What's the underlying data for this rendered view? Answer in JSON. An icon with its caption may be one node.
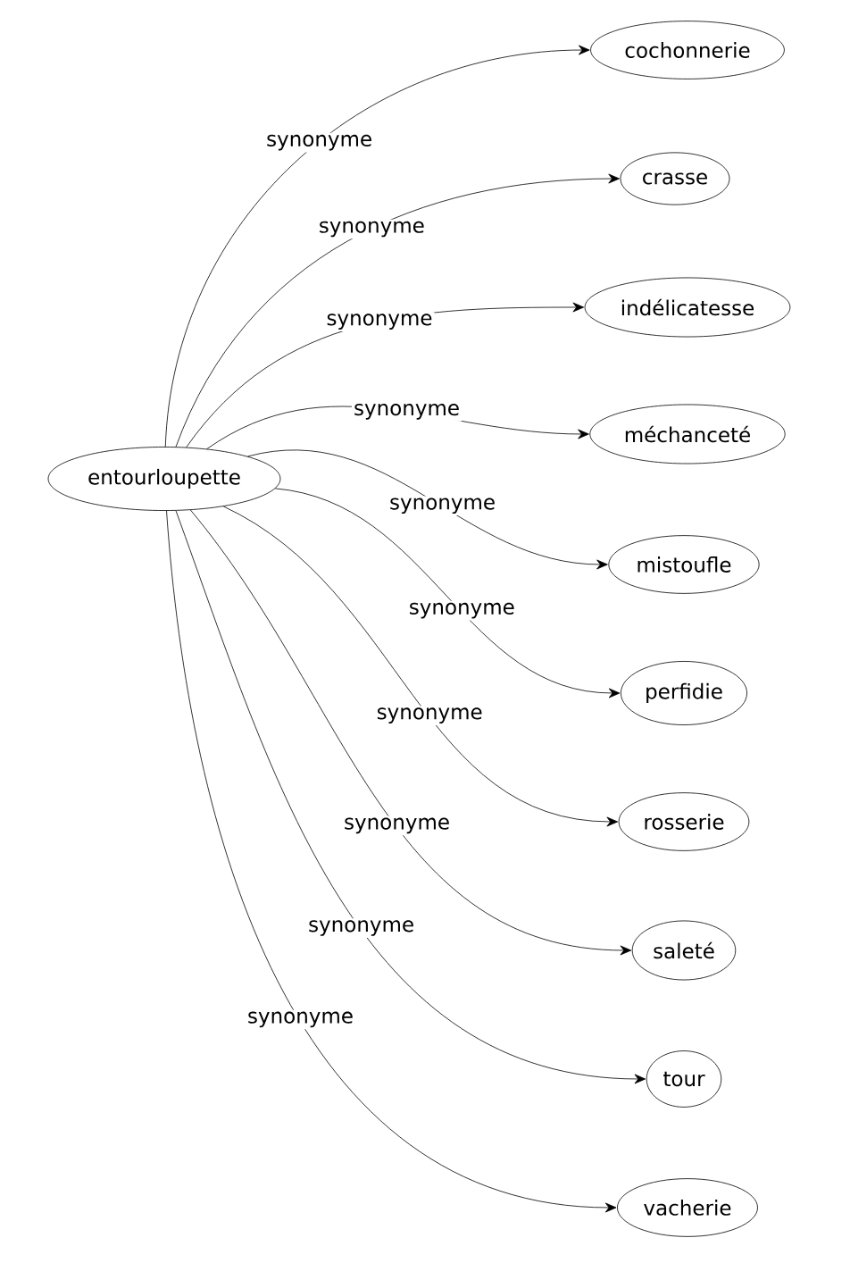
{
  "diagram": {
    "nodes": [
      {
        "text": [
          "entourloupette"
        ]
      },
      {
        "text": [
          "cochonnerie"
        ]
      },
      {
        "text": [
          "crasse"
        ]
      },
      {
        "text": [
          "indélicatesse"
        ]
      },
      {
        "text": [
          "méchanceté"
        ]
      },
      {
        "text": [
          "mistoufle"
        ]
      },
      {
        "text": [
          "perfidie"
        ]
      },
      {
        "text": [
          "rosserie"
        ]
      },
      {
        "text": [
          "saleté"
        ]
      },
      {
        "text": [
          "tour"
        ]
      },
      {
        "text": [
          "vacherie"
        ]
      }
    ],
    "edges": [
      {
        "from": 0,
        "to": 1,
        "arrow": "to",
        "label": "synonyme"
      },
      {
        "from": 0,
        "to": 2,
        "arrow": "to",
        "label": "synonyme"
      },
      {
        "from": 0,
        "to": 3,
        "arrow": "to",
        "label": "synonyme"
      },
      {
        "from": 0,
        "to": 4,
        "arrow": "to",
        "label": "synonyme"
      },
      {
        "from": 0,
        "to": 5,
        "arrow": "to",
        "label": "synonyme"
      },
      {
        "from": 0,
        "to": 6,
        "arrow": "to",
        "label": "synonyme"
      },
      {
        "from": 0,
        "to": 7,
        "arrow": "to",
        "label": "synonyme"
      },
      {
        "from": 0,
        "to": 8,
        "arrow": "to",
        "label": "synonyme"
      },
      {
        "from": 0,
        "to": 9,
        "arrow": "to",
        "label": "synonyme"
      },
      {
        "from": 0,
        "to": 10,
        "arrow": "to",
        "label": "synonyme"
      }
    ]
  }
}
